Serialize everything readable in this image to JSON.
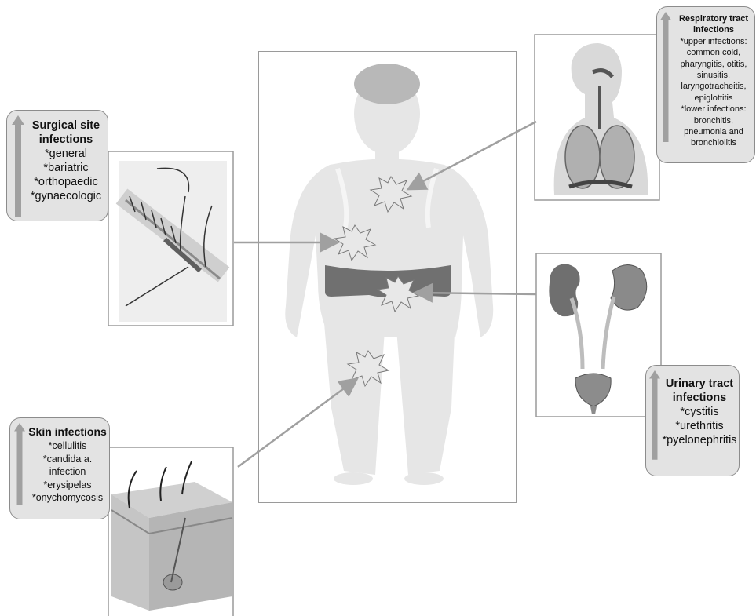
{
  "colors": {
    "frame_border": "#9a9a9a",
    "body_silhouette": "#e6e6e6",
    "shorts": "#707070",
    "starburst_fill": "#e8e8e8",
    "arrow_gray": "#a0a0a0",
    "label_bg": "#e3e3e3"
  },
  "boxes": {
    "surgical": {
      "title": [
        "Surgical site",
        "infections"
      ],
      "items": [
        "*general",
        "*bariatric",
        "*orthopaedic",
        "*gynaecologic"
      ]
    },
    "respiratory": {
      "title": [
        "Respiratory tract",
        "infections"
      ],
      "items": [
        "*upper infections:",
        "common cold,",
        "pharyngitis, otitis,",
        "sinusitis,",
        "laryngotracheitis,",
        "epiglottitis",
        "*lower infections:",
        "bronchitis,",
        "pneumonia and",
        "bronchiolitis"
      ]
    },
    "urinary": {
      "title": [
        "Urinary tract",
        "infections"
      ],
      "items": [
        "*cystitis",
        "*urethritis",
        "*pyelonephritis"
      ]
    },
    "skin": {
      "title": [
        "Skin infections"
      ],
      "items": [
        "*cellulitis",
        "*candida a.",
        "infection",
        "*erysipelas",
        "*onychomycosis"
      ]
    }
  },
  "icons": [
    "body-silhouette-icon",
    "starburst-icon",
    "suture-wound-icon",
    "respiratory-anatomy-icon",
    "kidney-bladder-icon",
    "skin-cross-section-icon"
  ]
}
